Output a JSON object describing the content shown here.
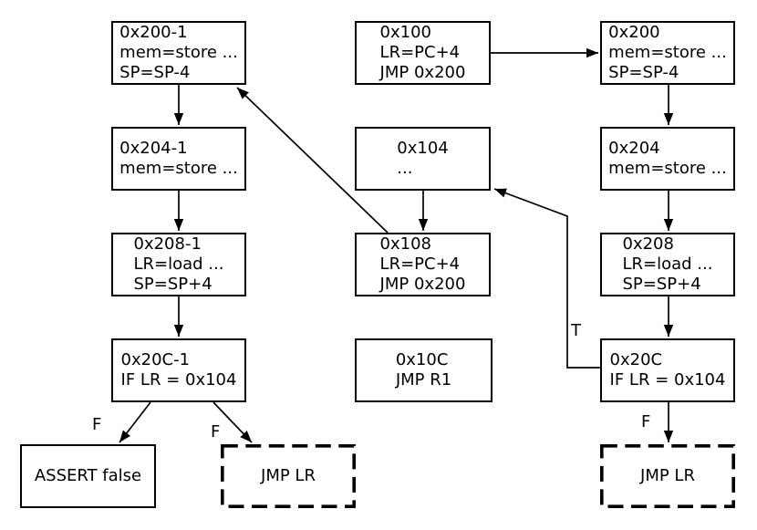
{
  "diagram": {
    "kind": "control-flow-graph",
    "colors": {
      "ink": "#000000",
      "background": "#ffffff"
    },
    "nodes": {
      "n200_1": {
        "lines": [
          "0x200-1",
          "mem=store ...",
          "SP=SP-4"
        ],
        "border": "solid"
      },
      "n204_1": {
        "lines": [
          "0x204-1",
          "mem=store ..."
        ],
        "border": "solid"
      },
      "n208_1": {
        "lines": [
          "0x208-1",
          "LR=load ...",
          "SP=SP+4"
        ],
        "border": "solid"
      },
      "n20c_1": {
        "lines": [
          "0x20C-1",
          "IF LR = 0x104"
        ],
        "border": "solid"
      },
      "assert_false": {
        "lines": [
          "ASSERT false"
        ],
        "border": "solid"
      },
      "jmp_lr_left": {
        "lines": [
          "JMP LR"
        ],
        "border": "dashed"
      },
      "n100": {
        "lines": [
          "0x100",
          "LR=PC+4",
          "JMP 0x200"
        ],
        "border": "solid"
      },
      "n104": {
        "lines": [
          "0x104",
          "..."
        ],
        "border": "solid"
      },
      "n108": {
        "lines": [
          "0x108",
          "LR=PC+4",
          "JMP 0x200"
        ],
        "border": "solid"
      },
      "n10c": {
        "lines": [
          "0x10C",
          "JMP R1"
        ],
        "border": "solid"
      },
      "n200": {
        "lines": [
          "0x200",
          "mem=store ...",
          "SP=SP-4"
        ],
        "border": "solid"
      },
      "n204": {
        "lines": [
          "0x204",
          "mem=store ..."
        ],
        "border": "solid"
      },
      "n208": {
        "lines": [
          "0x208",
          "LR=load ...",
          "SP=SP+4"
        ],
        "border": "solid"
      },
      "n20c": {
        "lines": [
          "0x20C",
          "IF LR = 0x104"
        ],
        "border": "solid"
      },
      "jmp_lr_right": {
        "lines": [
          "JMP LR"
        ],
        "border": "dashed"
      }
    },
    "edges": [
      {
        "from": "0x100",
        "to": "0x200",
        "label": ""
      },
      {
        "from": "0x200",
        "to": "0x204",
        "label": ""
      },
      {
        "from": "0x204",
        "to": "0x208",
        "label": ""
      },
      {
        "from": "0x208",
        "to": "0x20C",
        "label": ""
      },
      {
        "from": "0x20C",
        "to": "JMP LR (right)",
        "label": "F"
      },
      {
        "from": "0x20C",
        "to": "0x104",
        "label": "T"
      },
      {
        "from": "0x104",
        "to": "0x108",
        "label": ""
      },
      {
        "from": "0x108",
        "to": "0x200-1",
        "label": ""
      },
      {
        "from": "0x200-1",
        "to": "0x204-1",
        "label": ""
      },
      {
        "from": "0x204-1",
        "to": "0x208-1",
        "label": ""
      },
      {
        "from": "0x208-1",
        "to": "0x20C-1",
        "label": ""
      },
      {
        "from": "0x20C-1",
        "to": "ASSERT false",
        "label": "F"
      },
      {
        "from": "0x20C-1",
        "to": "JMP LR (left)",
        "label": "F"
      }
    ],
    "labels": {
      "t_branch": "T",
      "f_assert": "F",
      "f_jmp_left": "F",
      "f_jmp_right": "F"
    }
  }
}
